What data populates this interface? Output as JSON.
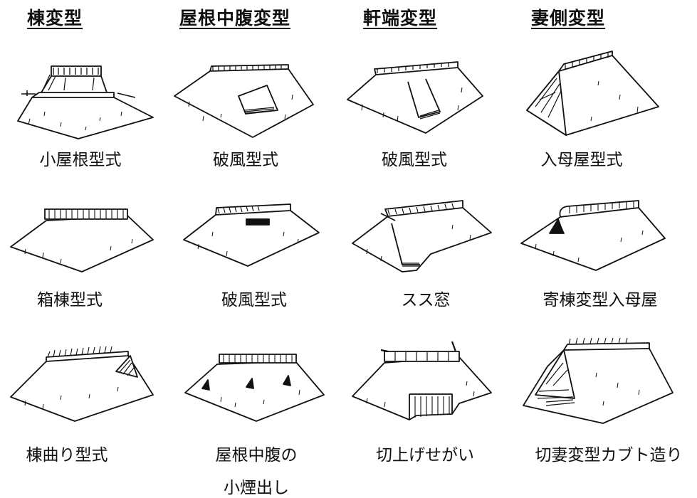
{
  "columns": [
    {
      "header": "棟変型",
      "captions": [
        "小屋根型式",
        "箱棟型式",
        "棟曲り型式"
      ]
    },
    {
      "header": "屋根中腹変型",
      "captions": [
        "破風型式",
        "破風型式",
        "屋根中腹の"
      ]
    },
    {
      "header": "軒端変型",
      "captions": [
        "破風型式",
        "スス窓",
        "切上げせがい"
      ]
    },
    {
      "header": "妻側変型",
      "captions": [
        "入母屋型式",
        "寄棟変型入母屋",
        "切妻変型カブト造り"
      ]
    }
  ],
  "extra_caption": "小煙出し"
}
